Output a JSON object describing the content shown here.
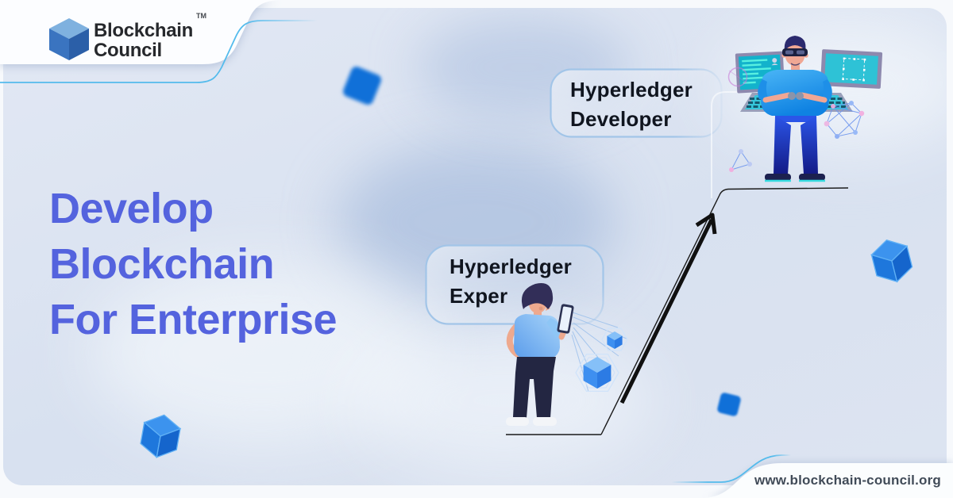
{
  "brand": {
    "name_line1": "Blockchain",
    "name_line2": "Council",
    "trademark": "TM"
  },
  "headline": {
    "line1": "Develop",
    "line2": "Blockchain",
    "line3": "For Enterprise"
  },
  "labels": {
    "developer": {
      "line1": "Hyperledger",
      "line2": "Developer"
    },
    "expert": {
      "line1": "Hyperledger",
      "line2": "Exper"
    }
  },
  "footer": {
    "website": "www.blockchain-council.org"
  },
  "colors": {
    "headline_text": "#5463de",
    "accent_line_cyan": "#54bbec",
    "label_border": "#a2c5e8",
    "label_text": "#10151f",
    "cube_blue": "#1b72d4",
    "panel_background": "#dae2f0",
    "white_tab": "#fcfdff",
    "url_text": "#414b58"
  },
  "icons": {
    "logo_cube": "3d-cube",
    "growth_arrow": "arrow-up-right",
    "decor_cubes": "3d-cube",
    "expert_figure": "person-holding-phone",
    "developer_figure": "person-with-vr-and-screens"
  }
}
